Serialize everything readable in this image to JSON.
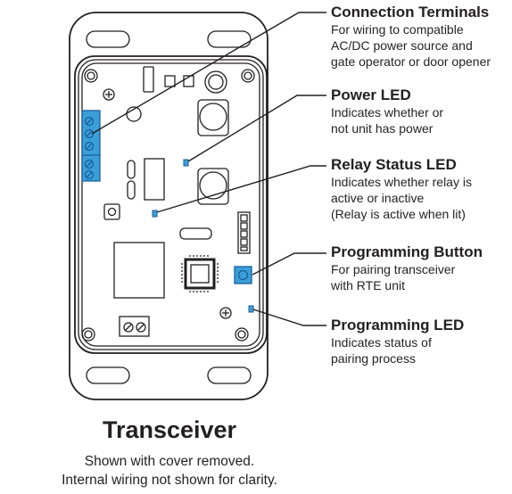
{
  "callouts": [
    {
      "title": "Connection Terminals",
      "desc": [
        "For wiring to compatible",
        "AC/DC power source and",
        "gate operator or door opener"
      ]
    },
    {
      "title": "Power LED",
      "desc": [
        "Indicates whether or",
        "not unit has power"
      ]
    },
    {
      "title": "Relay Status LED",
      "desc": [
        "Indicates whether relay is",
        "active or inactive",
        "(Relay is active when lit)"
      ]
    },
    {
      "title": "Programming Button",
      "desc": [
        "For pairing transceiver",
        "with RTE unit"
      ]
    },
    {
      "title": "Programming LED",
      "desc": [
        "Indicates status of",
        "pairing process"
      ]
    }
  ],
  "caption": {
    "title": "Transceiver",
    "lines": [
      "Shown with cover removed.",
      "Internal wiring not shown for clarity."
    ]
  },
  "colors": {
    "outline": "#231f20",
    "accent_fill": "#3a9fd9",
    "accent_stroke": "#1a5f9a",
    "text": "#231f20"
  }
}
